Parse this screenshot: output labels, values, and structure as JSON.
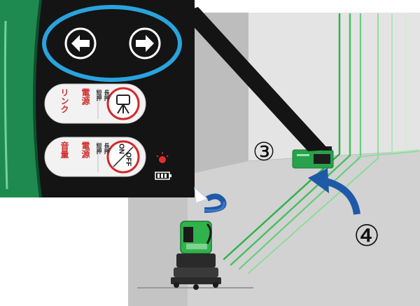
{
  "steps": {
    "step_3": "③",
    "step_4": "④"
  },
  "panel": {
    "arrow_buttons": [
      "left-arrow",
      "right-arrow"
    ],
    "row1": {
      "label_top": "長押",
      "label_top_sub": "短押",
      "label_main_a": "電源",
      "label_main_b": "リンク",
      "icon": "tripod-laser-icon"
    },
    "row2": {
      "label_top": "長押",
      "label_top_sub": "短押",
      "label_main_a": "電源",
      "label_main_b": "音量",
      "on": "ON",
      "off": "OFF"
    }
  },
  "colors": {
    "laser_green": "#2fb34a",
    "highlight_ring": "#29a3dc",
    "rotate_arrow": "#1e5aa8",
    "panel_black": "#141414",
    "body_green": "#1f8a4f",
    "wall_gray": "#c9c9c9"
  }
}
